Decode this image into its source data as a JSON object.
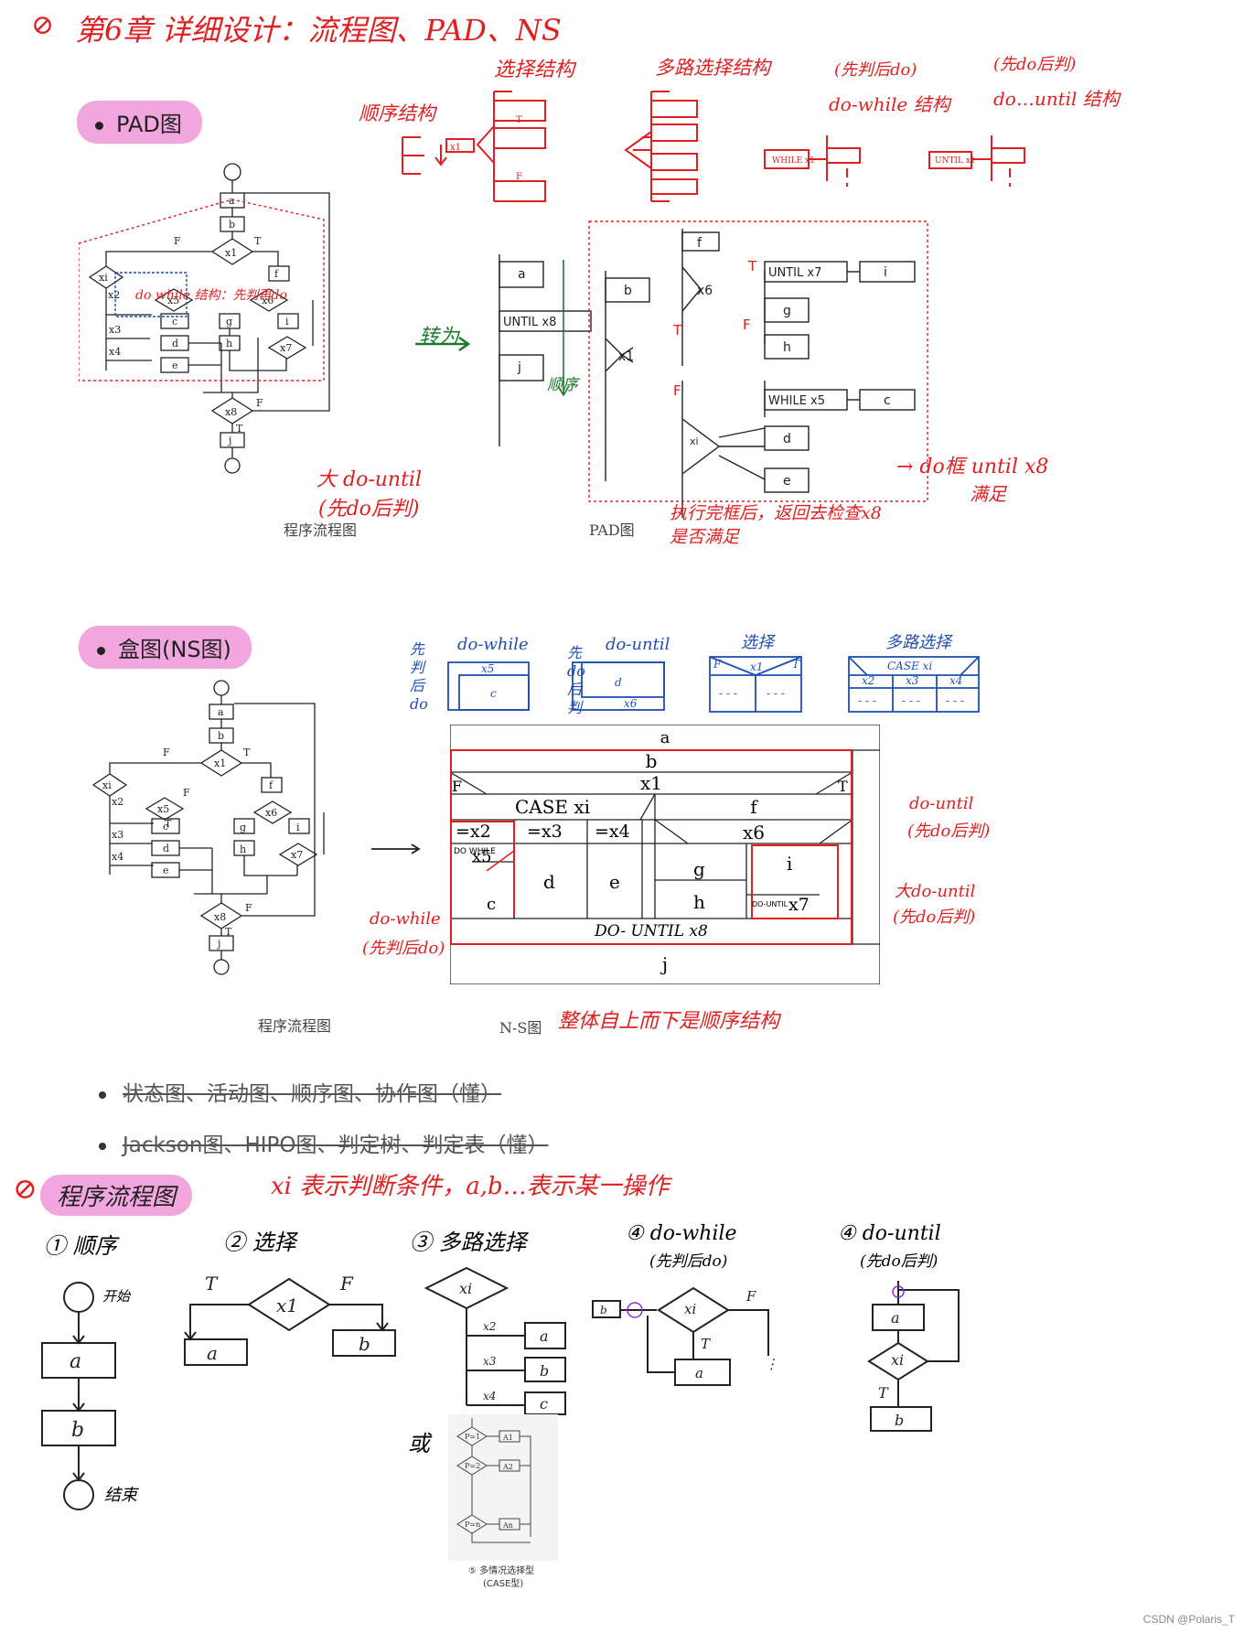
{
  "header": {
    "title": "第6章 详细设计：流程图、PAD、NS"
  },
  "pad_section": {
    "pill": "PAD图",
    "seq_label": "顺序结构",
    "select_label": "选择结构",
    "multi_label": "多路选择结构",
    "while_label_1": "(先判后do)",
    "while_label_2": "do-while 结构",
    "until_label_1": "(先do后判)",
    "until_label_2": "do…until 结构",
    "zhuanwei": "转为",
    "shunxu": "顺序",
    "note_while": "do while 结构：先判再do",
    "note_big_until_1": "大 do-until",
    "note_big_until_2": "(先do后判)",
    "note_right_1": "→ do框 until x8",
    "note_right_2": "满足",
    "note_bottom_1": "执行完框后，返回去检查x8",
    "note_bottom_2": "是否满足",
    "caption_flow": "程序流程图",
    "caption_pad": "PAD图"
  },
  "ns_section": {
    "pill": "盒图(NS图)",
    "xian_pan": "先判后do",
    "xian_do": "先do后判",
    "dowhile_title": "do-while",
    "dountil_title": "do-until",
    "select_title": "选择",
    "multi_title": "多路选择",
    "cell_a": "a",
    "cell_b": "b",
    "cell_x1": "x1",
    "cell_case": "CASE xi",
    "cell_f": "f",
    "cell_x6": "x6",
    "cell_x2": "=x2",
    "cell_x3": "=x3",
    "cell_x4": "=x4",
    "cell_dowhile": "DO WHILE",
    "cell_x5": "x5",
    "cell_c": "c",
    "cell_d": "d",
    "cell_e": "e",
    "cell_g": "g",
    "cell_h": "h",
    "cell_i": "i",
    "cell_dountil": "DO-UNTIL",
    "cell_x7": "x7",
    "cell_dountil_x8": "DO- UNTIL  x8",
    "cell_j": "j",
    "cell_F": "F",
    "cell_T": "T",
    "note_dountil_1": "do-until",
    "note_dountil_2": "(先do后判)",
    "note_big_1": "大do-until",
    "note_big_2": "(先do后判)",
    "note_dowhile_1": "do-while",
    "note_dowhile_2": "(先判后do)",
    "note_bottom": "整体自上而下是顺序结构",
    "caption_flow": "程序流程图",
    "caption_ns": "N-S图"
  },
  "bullets": [
    "状态图、活动图、顺序图、协作图（懂）",
    "Jackson图、HIPO图、判定树、判定表（懂）"
  ],
  "flow_section": {
    "title": "程序流程图",
    "subtitle": "xi 表示判断条件，a,b…表示某一操作",
    "c1_title": "① 顺序",
    "c1_start": "开始",
    "c1_end": "结束",
    "c2_title": "② 选择",
    "c3_title": "③ 多路选择",
    "c3_or": "或",
    "c3_case_1": "⑤ 多情况选择型",
    "c3_case_2": "(CASE型)",
    "c4_title": "④ do-while",
    "c4_sub": "(先判后do)",
    "c5_title": "④ do-until",
    "c5_sub": "(先do后判)"
  },
  "watermark": "CSDN @Polaris_T"
}
